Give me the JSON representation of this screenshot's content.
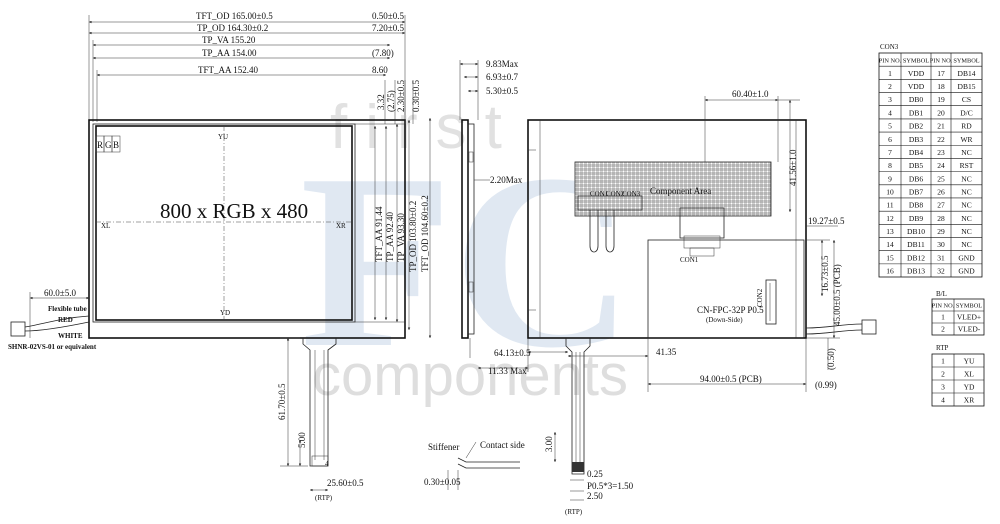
{
  "front_view": {
    "dims_top": [
      "TFT_OD 165.00±0.5",
      "TP_OD 164.30±0.2",
      "TP_VA 155.20",
      "TP_AA 154.00",
      "TFT_AA 152.40"
    ],
    "dims_top_right": [
      "0.50±0.5",
      "7.20±0.5",
      "(7.80)",
      "8.60"
    ],
    "dims_vertical": [
      "3.32",
      "(2.75)",
      "2.30±0.5",
      "0.30±0.5"
    ],
    "dims_vertical_long": [
      "TFT_AA 91.44",
      "TP_AA 92.40",
      "TP_VA 93.30",
      "TP_OD 103.80±0.2",
      "TFT_OD 104.60±0.2"
    ],
    "rgb_cells": [
      "R",
      "G",
      "B"
    ],
    "resolution": "800 x RGB x 480",
    "pin_labels": {
      "yu": "YU",
      "yd": "YD",
      "xl": "XL",
      "xr": "XR"
    },
    "cable_dim": "60.0±5.0",
    "flexible_tube": "Flexible tube",
    "wire_red": "RED",
    "wire_white": "WHITE",
    "connector_note": "SHNR-02VS-01 or equivalent",
    "fpc_height": "61.70±0.5",
    "fpc_short": "5.00",
    "fpc_width": "25.60±0.5",
    "fpc_pin": "4",
    "rtp_label": "(RTP)"
  },
  "side_view": {
    "dims_top": [
      "9.83Max",
      "6.93±0.7",
      "5.30±0.5"
    ],
    "gap": "2.20Max",
    "stiffener": "Stiffener",
    "contact_side": "Contact side",
    "thickness": "0.30±0.05"
  },
  "back_view": {
    "dim_top": "60.40±1.0",
    "component_area": "Component Area",
    "dim_right": "41.56±1.0",
    "dim_right2": "19.27±0.5",
    "con1": "CON1",
    "con2": "CON2",
    "con3": "CON3",
    "fpc_note": "CN-FPC-32P P0.5",
    "down_side": "(Down-Side)",
    "pcb_v1": "16.73±0.5",
    "pcb_v2": "45.00±0.5 (PCB)",
    "pcb_v3": "(0.50)",
    "pcb_h": "94.00±0.5 (PCB)",
    "dim_0_99": "(0.99)",
    "dim_64": "64.13±0.5",
    "dim_41": "41.35",
    "dim_11": "11.33 Max",
    "fpc2_h": "3.00",
    "fpc2_pitch1": "0.25",
    "fpc2_pitch2": "P0.5*3=1.50",
    "fpc2_w": "2.50",
    "rtp_label": "(RTP)"
  },
  "watermark": {
    "letters": "first",
    "logo": "FC",
    "word": "components"
  },
  "tables": {
    "con3": {
      "title": "CON3",
      "headers": [
        "PIN NO.",
        "SYMBOL",
        "PIN NO.",
        "SYMBOL"
      ],
      "rows": [
        [
          "1",
          "VDD",
          "17",
          "DB14"
        ],
        [
          "2",
          "VDD",
          "18",
          "DB15"
        ],
        [
          "3",
          "DB0",
          "19",
          "CS"
        ],
        [
          "4",
          "DB1",
          "20",
          "D/C"
        ],
        [
          "5",
          "DB2",
          "21",
          "RD"
        ],
        [
          "6",
          "DB3",
          "22",
          "WR"
        ],
        [
          "7",
          "DB4",
          "23",
          "NC"
        ],
        [
          "8",
          "DB5",
          "24",
          "RST"
        ],
        [
          "9",
          "DB6",
          "25",
          "NC"
        ],
        [
          "10",
          "DB7",
          "26",
          "NC"
        ],
        [
          "11",
          "DB8",
          "27",
          "NC"
        ],
        [
          "12",
          "DB9",
          "28",
          "NC"
        ],
        [
          "13",
          "DB10",
          "29",
          "NC"
        ],
        [
          "14",
          "DB11",
          "30",
          "NC"
        ],
        [
          "15",
          "DB12",
          "31",
          "GND"
        ],
        [
          "16",
          "DB13",
          "32",
          "GND"
        ]
      ]
    },
    "bl": {
      "title": "B/L",
      "headers": [
        "PIN NO.",
        "SYMBOL"
      ],
      "rows": [
        [
          "1",
          "VLED+"
        ],
        [
          "2",
          "VLED-"
        ]
      ]
    },
    "rtp": {
      "title": "RTP",
      "rows": [
        [
          "1",
          "YU"
        ],
        [
          "2",
          "XL"
        ],
        [
          "3",
          "YD"
        ],
        [
          "4",
          "XR"
        ]
      ]
    }
  },
  "colors": {
    "watermark_blue": "#c7d6e8",
    "watermark_gray": "#c9c9c9",
    "line": "#222222"
  }
}
